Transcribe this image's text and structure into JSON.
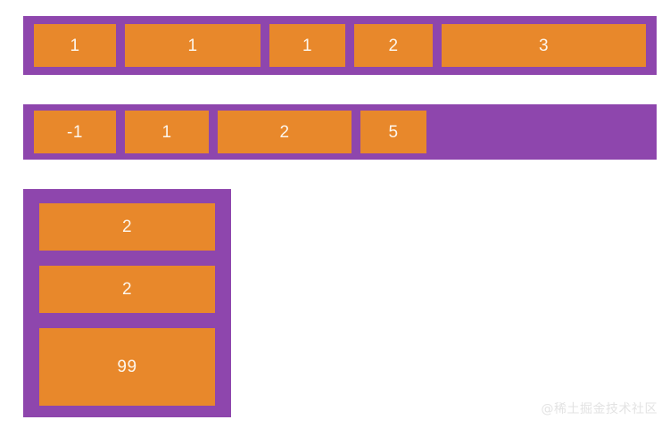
{
  "theme": {
    "page_background": "#ffffff",
    "container_color": "#8e46ad",
    "item_color": "#e8882b",
    "item_text_color": "#fdf6ec",
    "watermark_color": "#e3e3e3"
  },
  "containers": [
    {
      "name": "flex-row-1",
      "direction": "row",
      "items": [
        {
          "label": "1"
        },
        {
          "label": "1"
        },
        {
          "label": "1"
        },
        {
          "label": "2"
        },
        {
          "label": "3"
        }
      ]
    },
    {
      "name": "flex-row-2",
      "direction": "row",
      "items": [
        {
          "label": "-1"
        },
        {
          "label": "1"
        },
        {
          "label": "2"
        },
        {
          "label": "5"
        }
      ]
    },
    {
      "name": "flex-column-3",
      "direction": "column",
      "items": [
        {
          "label": "2"
        },
        {
          "label": "2"
        },
        {
          "label": "99"
        }
      ]
    }
  ],
  "watermark": {
    "text": "@稀土掘金技术社区"
  }
}
